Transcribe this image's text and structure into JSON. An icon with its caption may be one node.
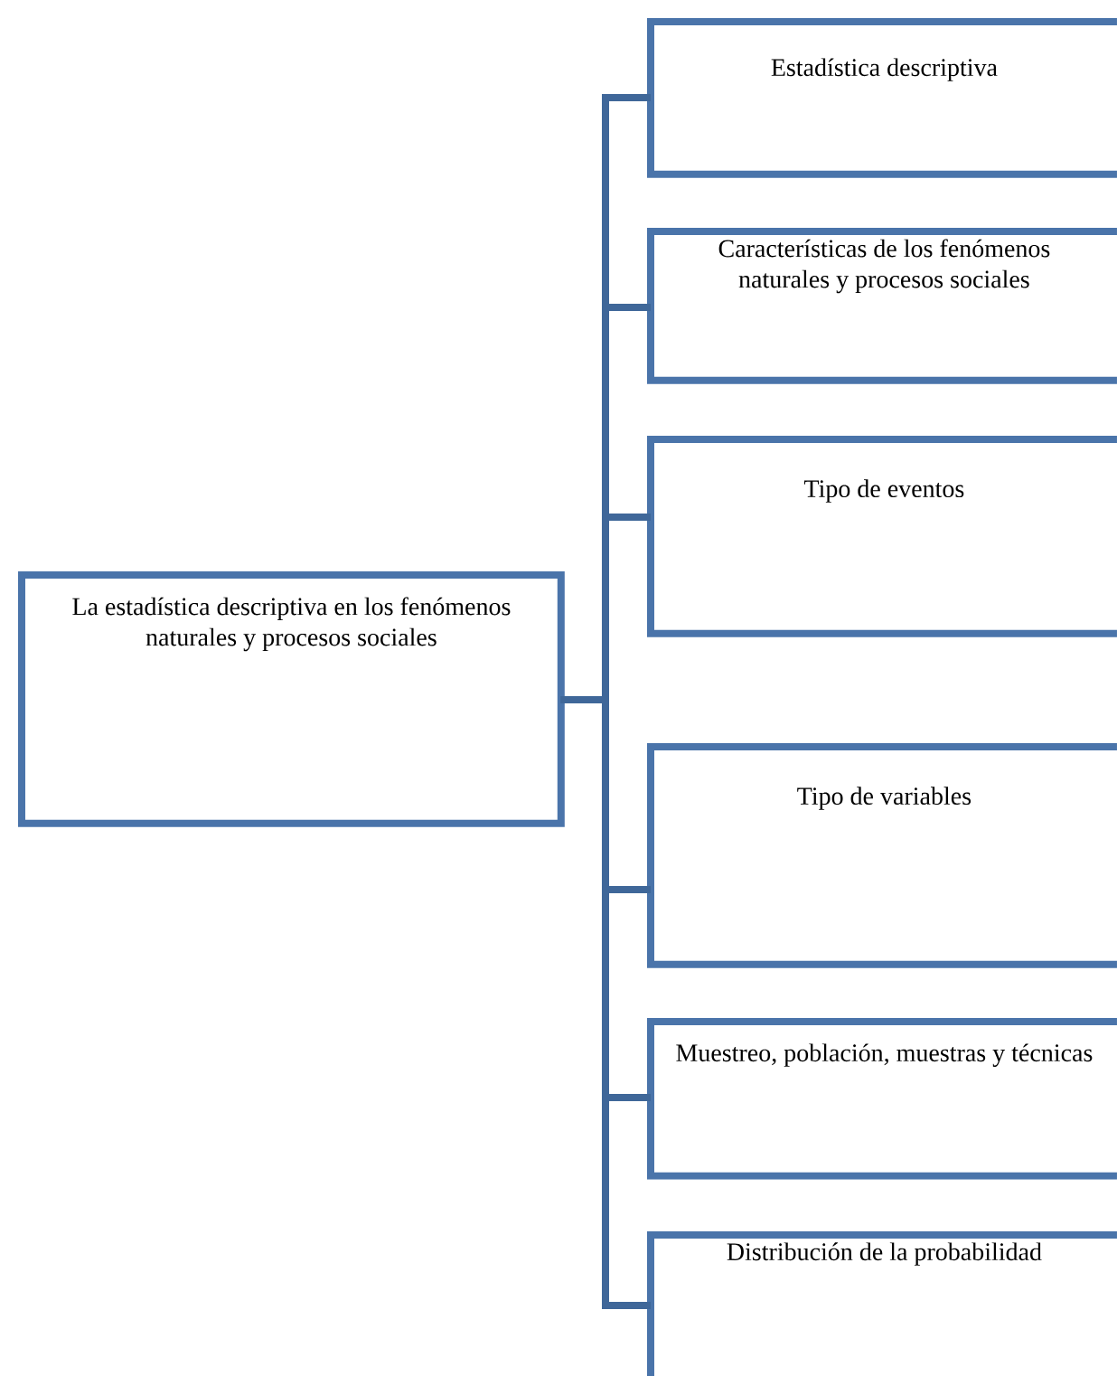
{
  "diagram": {
    "nodes": [
      {
        "text": [
          "La estadística descriptiva en los fenómenos naturales y procesos sociales"
        ]
      },
      {
        "text": [
          "Estadística descriptiva"
        ]
      },
      {
        "text": [
          "Características de los fenómenos naturales y procesos sociales"
        ]
      },
      {
        "text": [
          "Tipo de eventos"
        ]
      },
      {
        "text": [
          "Tipo de variables"
        ]
      },
      {
        "text": [
          "Muestreo, población, muestras y técnicas"
        ]
      },
      {
        "text": [
          "Distribución de la probabilidad"
        ]
      }
    ],
    "edges": [
      {
        "from": 0,
        "to": 1,
        "arrow": "none"
      },
      {
        "from": 0,
        "to": 2,
        "arrow": "none"
      },
      {
        "from": 0,
        "to": 3,
        "arrow": "none"
      },
      {
        "from": 0,
        "to": 4,
        "arrow": "none"
      },
      {
        "from": 0,
        "to": 5,
        "arrow": "none"
      },
      {
        "from": 0,
        "to": 6,
        "arrow": "none"
      }
    ]
  }
}
